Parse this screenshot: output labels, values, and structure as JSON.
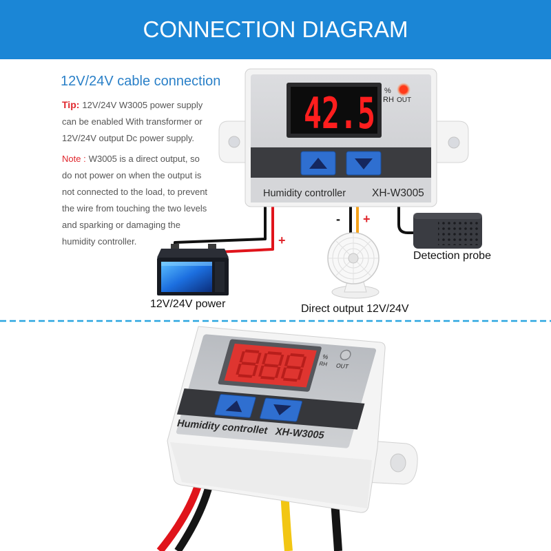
{
  "header": {
    "title": "CONNECTION DIAGRAM"
  },
  "intro": {
    "heading": "12V/24V cable connection",
    "tip": {
      "label": "Tip:",
      "lines": [
        "12V/24V W3005 power supply",
        "can be enabled With transformer or",
        "12V/24V output Dc power supply."
      ]
    },
    "note": {
      "label": "Note :",
      "lines": [
        "W3005 is a direct output, so",
        "do not power on when the output is",
        "not connected to the load, to prevent",
        "the wire from touching the two levels",
        "and sparking or damaging the",
        "humidity controller."
      ]
    }
  },
  "wiring_diagram": {
    "controller": {
      "display_value": "42.5",
      "unit_symbol": "%",
      "unit_label": "RH",
      "output_indicator": "OUT",
      "product_name": "Humidity controller",
      "model": "XH-W3005"
    },
    "power": {
      "minus": "-",
      "plus": "+",
      "label": "12V/24V power"
    },
    "output": {
      "minus": "-",
      "plus": "+",
      "label": "Direct output 12V/24V"
    },
    "probe": {
      "label": "Detection probe"
    }
  },
  "product_photo": {
    "unit_symbol": "%",
    "unit_label": "RH",
    "output_indicator": "OUT",
    "product_name": "Humidity controllet",
    "model": "XH-W3005"
  },
  "colors": {
    "header_bg": "#1b86d6",
    "heading_blue": "#2a80c8",
    "label_red": "#e0262c",
    "body_text": "#555555",
    "display_red": "#ff1e1e",
    "wire_red": "#e0141b",
    "wire_orange": "#f5a21a",
    "wire_yellow": "#f2c613",
    "divider": "#2aa6e0",
    "button_blue": "#2f6fd0"
  }
}
